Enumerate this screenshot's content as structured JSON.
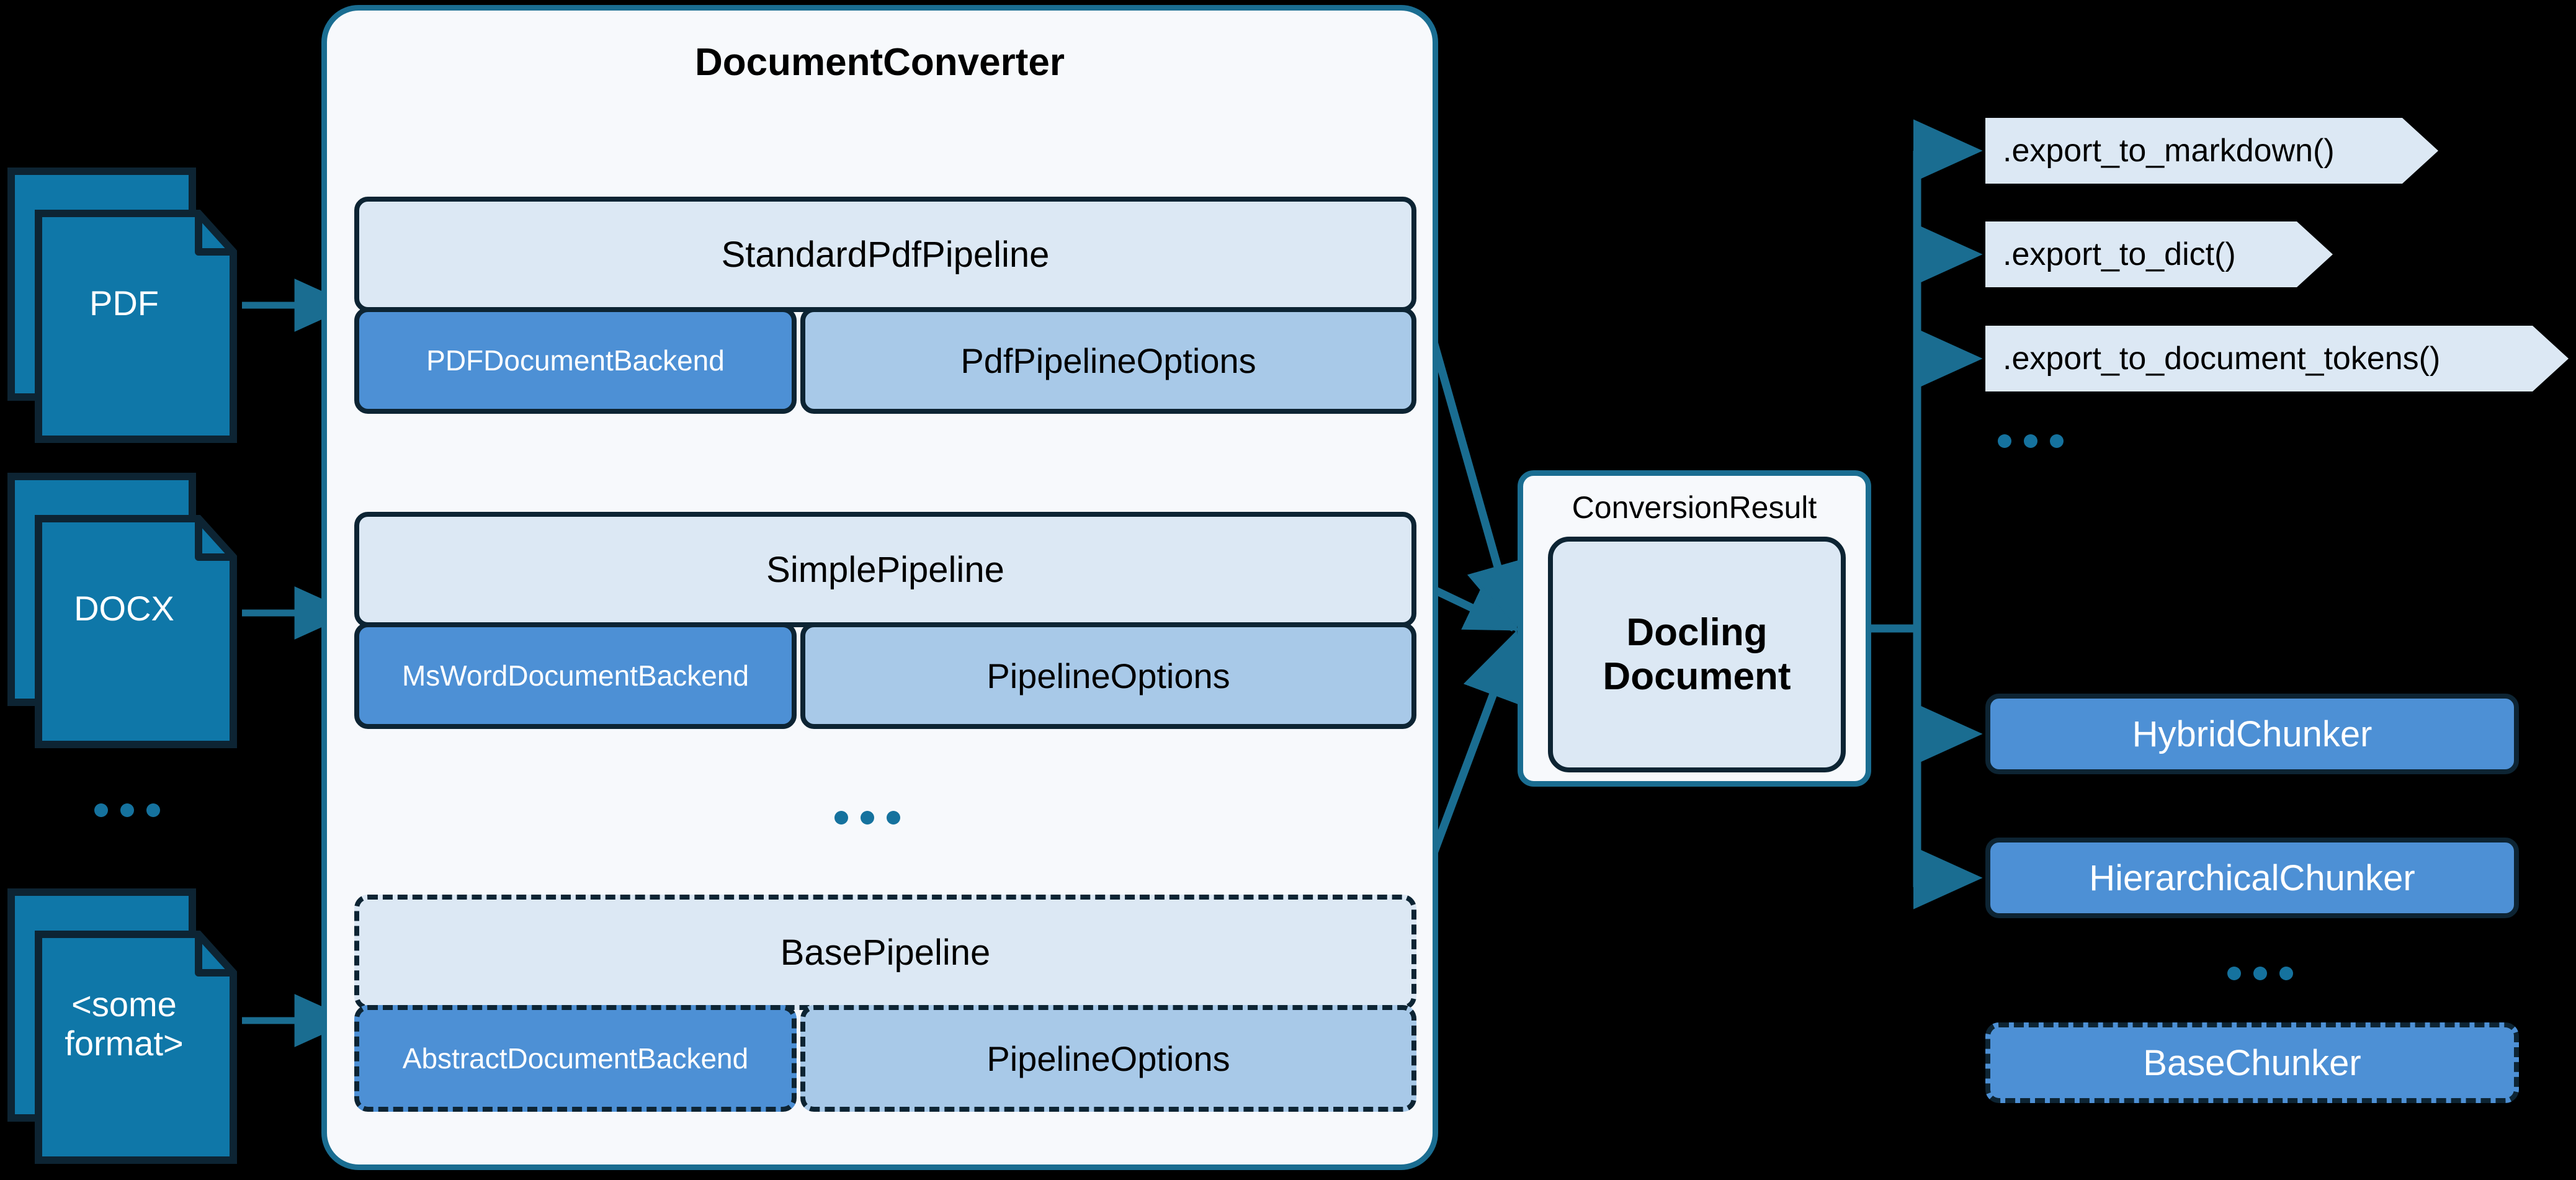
{
  "inputs": [
    {
      "label": "PDF",
      "icon": "document-stack-icon"
    },
    {
      "label": "DOCX",
      "icon": "document-stack-icon"
    },
    {
      "label": "<some\nformat>",
      "icon": "document-stack-icon"
    }
  ],
  "input_ellipsis": "...",
  "converter": {
    "title": "DocumentConverter",
    "ellipsis": "...",
    "pipelines": [
      {
        "name": "StandardPdfPipeline",
        "backend": "PDFDocumentBackend",
        "options": "PdfPipelineOptions",
        "abstract": false
      },
      {
        "name": "SimplePipeline",
        "backend": "MsWordDocumentBackend",
        "options": "PipelineOptions",
        "abstract": false
      },
      {
        "name": "BasePipeline",
        "backend": "AbstractDocumentBackend",
        "options": "PipelineOptions",
        "abstract": true
      }
    ]
  },
  "result": {
    "title": "ConversionResult",
    "document": "Docling\nDocument"
  },
  "exports": [
    {
      "label": ".export_to_markdown()"
    },
    {
      "label": ".export_to_dict()"
    },
    {
      "label": ".export_to_document_tokens()"
    }
  ],
  "exports_ellipsis": "...",
  "chunkers": [
    {
      "label": "HybridChunker",
      "abstract": false
    },
    {
      "label": "HierarchicalChunker",
      "abstract": false
    },
    {
      "label": "BaseChunker",
      "abstract": true
    }
  ],
  "chunkers_ellipsis": "...",
  "colors": {
    "background": "#000000",
    "panel_fill": "#f7f9fc",
    "panel_border": "#1a6d91",
    "box_border": "#0d2433",
    "pipeline_header_fill": "#dce8f4",
    "backend_fill": "#4d90d5",
    "options_fill": "#a8c9e8",
    "doc_icon_fill": "#0f77a8",
    "arrow": "#1a6d91",
    "ellipsis": "#15729e",
    "text_dark": "#000000",
    "text_light": "#ffffff"
  }
}
